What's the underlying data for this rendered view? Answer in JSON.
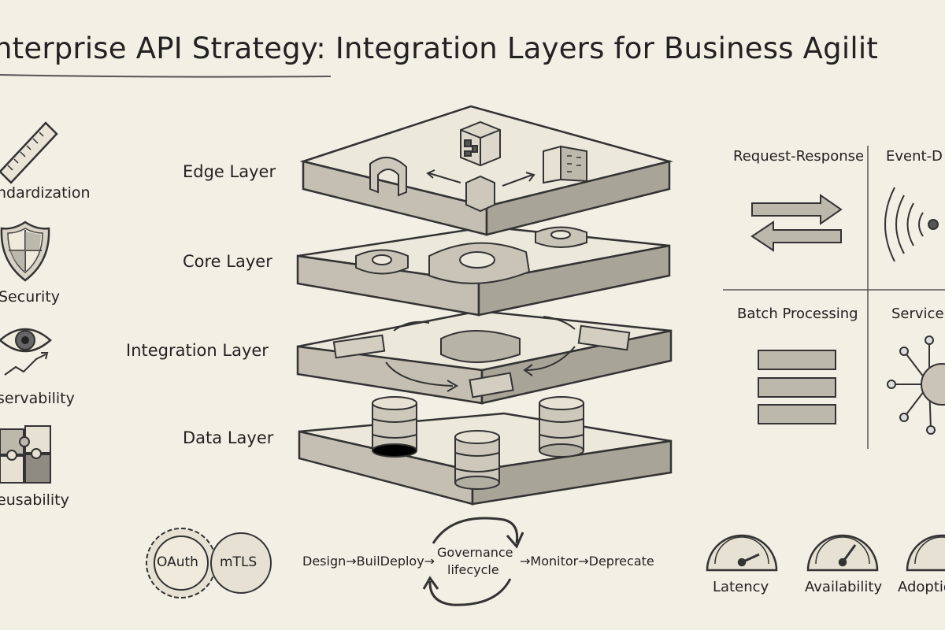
{
  "title": "nterprise API Strategy: Integration Layers for Business Agilit",
  "principles": [
    {
      "label": "ndardization",
      "icon": "ruler-icon"
    },
    {
      "label": "Security",
      "icon": "shield-icon"
    },
    {
      "label": "servability",
      "icon": "eye-chart-icon"
    },
    {
      "label": "eusability",
      "icon": "puzzle-icon"
    }
  ],
  "layers": [
    "Edge Layer",
    "Core Layer",
    "Integration Layer",
    "Data Layer"
  ],
  "patterns": {
    "request_response": "Request-Response",
    "event_driven": "Event-D",
    "batch": "Batch Processing",
    "service": "Service"
  },
  "security": {
    "oauth": "OAuth",
    "mtls": "mTLS"
  },
  "lifecycle": {
    "left": "Design→Buil⁠Deploy→",
    "center_line1": "Governance",
    "center_line2": "lifecycle",
    "right": "→Monitor→Deprecate"
  },
  "metrics": [
    "Latency",
    "Availability",
    "Adoptio"
  ]
}
